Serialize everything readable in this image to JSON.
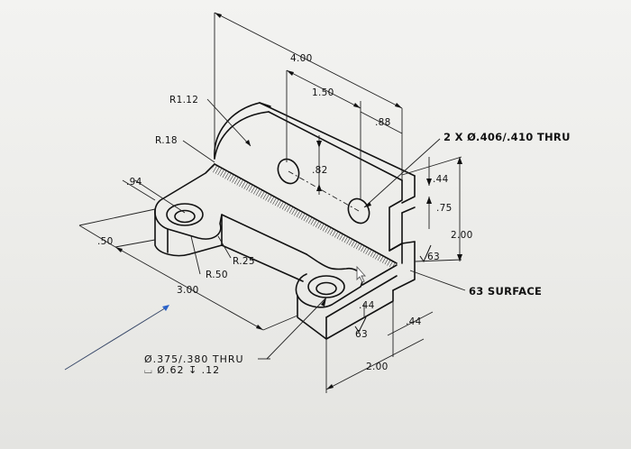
{
  "drawing": {
    "dimensions": {
      "overall_length": "4.00",
      "hole_spacing": "1.50",
      "hole_edge": ".88",
      "top_radius": "R1.12",
      "fillet_radius": "R.18",
      "left_offset": ".94",
      "left_edge": ".50",
      "hole_offset": ".82",
      "inner_radius": "R.25",
      "boss_radius": "R.50",
      "base_length": "3.00",
      "slot_top": ".44",
      "slot_depth": ".75",
      "height": "2.00",
      "finish_mark_right": "63",
      "foot_height": ".44",
      "finish_mark_bottom": "63",
      "foot_width": ".44",
      "bottom_length": "2.00"
    },
    "notes": {
      "thru_holes": "2 X Ø.406/.410 THRU",
      "surface_finish": "63 SURFACE",
      "counterbore_line1": "Ø.375/.380 THRU",
      "counterbore_line2": "⌴ Ø.62 ↧ .12"
    }
  }
}
